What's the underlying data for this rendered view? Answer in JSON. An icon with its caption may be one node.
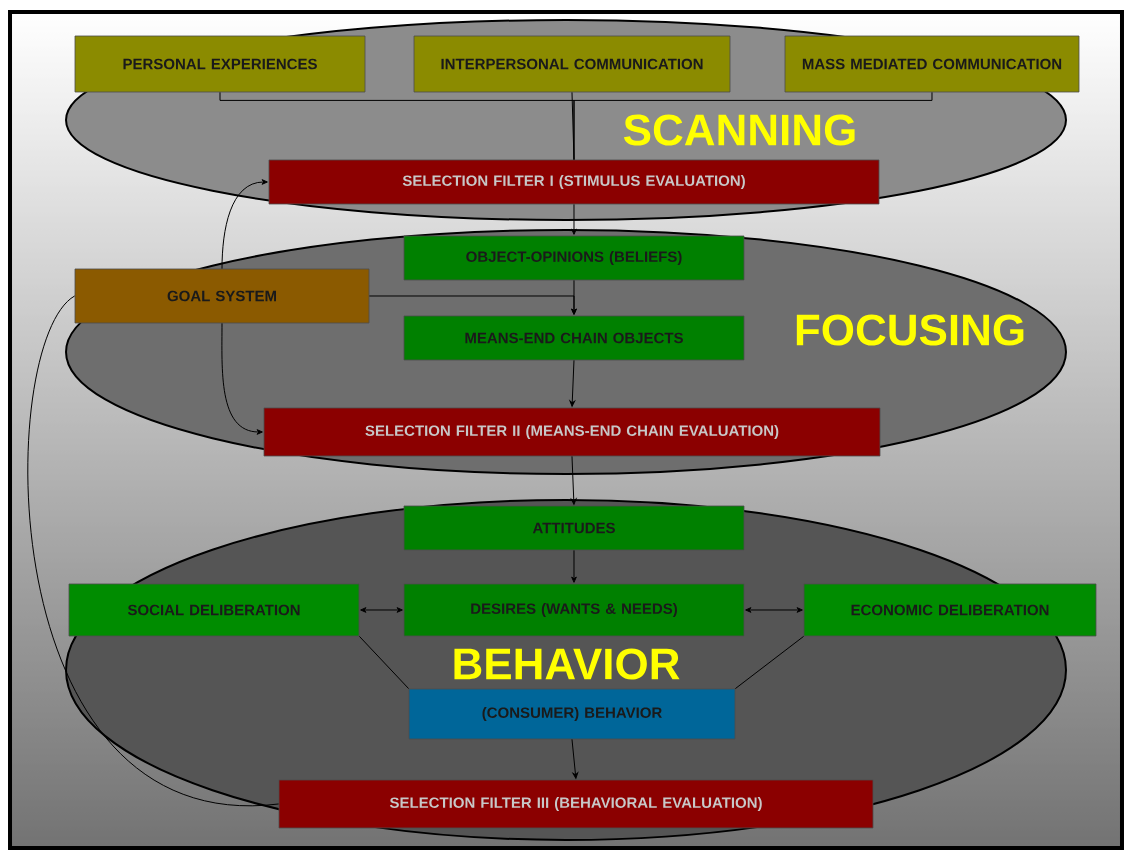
{
  "diagram": {
    "nodes": [
      {
        "text": [
          "SCANNING"
        ]
      },
      {
        "text": [
          "PERSONAL EXPERIENCES"
        ],
        "in": 0
      },
      {
        "text": [
          "INTERPERSONAL COMMUNICATION"
        ],
        "in": 0
      },
      {
        "text": [
          "MASS MEDIATED COMMUNICATION"
        ],
        "in": 0
      },
      {
        "text": [
          "SELECTION FILTER I (STIMULUS EVALUATION)"
        ],
        "in": 0
      },
      {
        "text": [
          "FOCUSING"
        ]
      },
      {
        "text": [
          "OBJECT-OPINIONS (BELIEFS)"
        ],
        "in": 5
      },
      {
        "text": [
          "GOAL SYSTEM"
        ],
        "in": 5
      },
      {
        "text": [
          "MEANS-END CHAIN OBJECTS"
        ],
        "in": 5
      },
      {
        "text": [
          "SELECTION FILTER II (MEANS-END CHAIN EVALUATION)"
        ],
        "in": 5
      },
      {
        "text": [
          "BEHAVIOR"
        ]
      },
      {
        "text": [
          "ATTITUDES"
        ],
        "in": 10
      },
      {
        "text": [
          "SOCIAL DELIBERATION"
        ],
        "in": 10
      },
      {
        "text": [
          "DESIRES (WANTS & NEEDS)"
        ],
        "in": 10
      },
      {
        "text": [
          "ECONOMIC DELIBERATION"
        ]
      },
      {
        "text": [
          "(CONSUMER) BEHAVIOR"
        ],
        "in": 10
      },
      {
        "text": [
          "SELECTION FILTER III (BEHAVIORAL EVALUATION)"
        ],
        "in": 10
      }
    ],
    "edges": [
      {
        "from": 1,
        "to": 4,
        "arrow": "none"
      },
      {
        "from": 2,
        "to": 4,
        "arrow": "none"
      },
      {
        "from": 3,
        "to": 4,
        "arrow": "none"
      },
      {
        "from": 7,
        "to": 4,
        "arrow": "to"
      },
      {
        "from": 7,
        "to": 9,
        "arrow": "to"
      },
      {
        "from": 4,
        "to": 6,
        "arrow": "to"
      },
      {
        "from": 6,
        "to": 8,
        "arrow": "to"
      },
      {
        "from": 7,
        "to": 8,
        "arrow": "to"
      },
      {
        "from": 8,
        "to": 9,
        "arrow": "to"
      },
      {
        "from": 9,
        "to": 11,
        "arrow": "to"
      },
      {
        "from": 11,
        "to": 13,
        "arrow": "to"
      },
      {
        "from": 12,
        "to": 13,
        "arrow": "both"
      },
      {
        "from": 13,
        "to": 14,
        "arrow": "both"
      },
      {
        "from": 12,
        "to": 15,
        "arrow": "none"
      },
      {
        "from": 14,
        "to": 15,
        "arrow": "none"
      },
      {
        "from": 15,
        "to": 16,
        "arrow": "to"
      },
      {
        "from": 7,
        "to": 16,
        "arrow": "none"
      }
    ]
  }
}
